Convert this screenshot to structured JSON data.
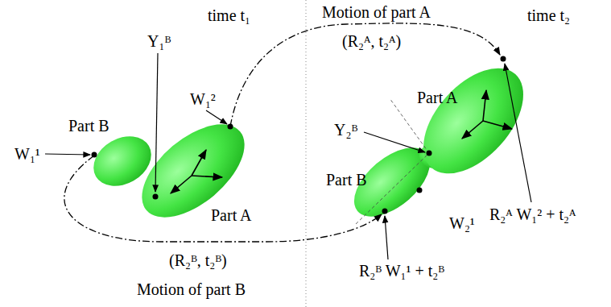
{
  "diagram": {
    "labels": [
      "time t₁",
      "Motion of part A",
      "time t₂",
      "(R₂ᴬ, t₂ᴬ)",
      "Y₁ᴮ",
      "W₁²",
      "Part A",
      "Part B",
      "Y₂ᴮ",
      "W₁¹",
      "Part B",
      "R₂ᴬ W₁² + t₂ᴬ",
      "Part A",
      "W₂¹",
      "(R₂ᴮ, t₂ᴮ)",
      "R₂ᴮ W₁¹ + t₂ᴮ",
      "Motion of part B"
    ]
  }
}
